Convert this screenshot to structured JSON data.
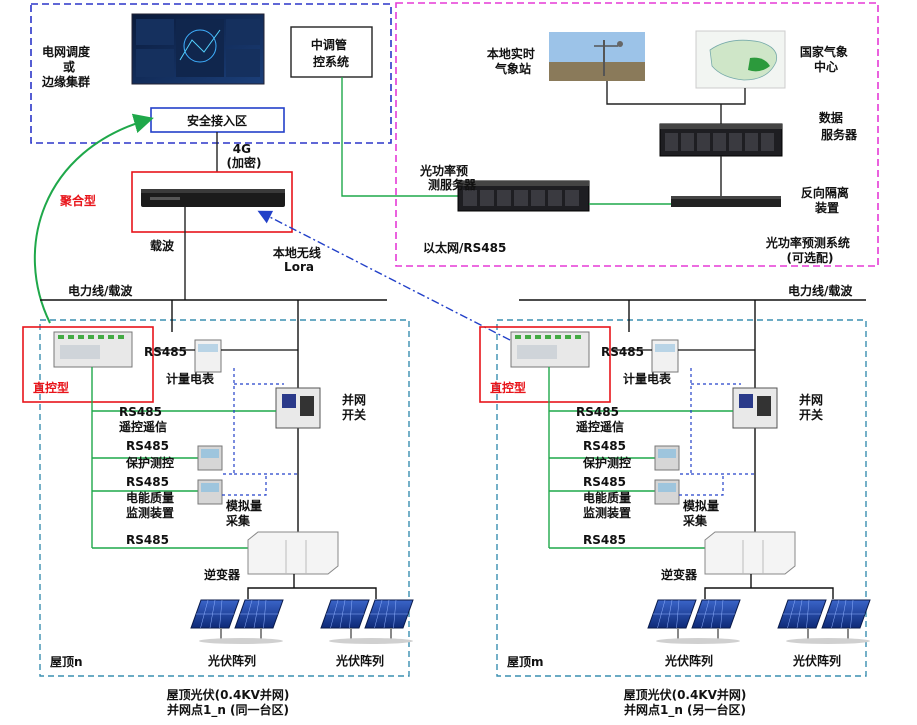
{
  "colors": {
    "blue_dash": "#2b35c8",
    "magenta_dash": "#e53ad6",
    "teal_dash": "#3a8fb0",
    "green_line": "#1fa84a",
    "red_box": "#e8141a",
    "blue_box": "#2340c9",
    "arrow_blue": "#2240c8"
  },
  "top": {
    "grid_dispatch": "电网调度\n或\n边缘集群",
    "security_zone": "安全接入区",
    "mid_control": "中调管\n控系统",
    "link_4g": "4G\n(加密)",
    "aggregator": "聚合型",
    "carrier": "载波",
    "local_wireless": "本地无线\nLora",
    "local_weather": "本地实时\n气象站",
    "national_weather": "国家气象\n中心",
    "data_server": "数据\n服务器",
    "pv_forecast_server": "光功率预\n测服务器",
    "reverse_isolation": "反向隔离\n装置",
    "ethernet": "以太网/RS485",
    "pv_forecast_system": "光功率预测系统\n(可选配)"
  },
  "sites": [
    {
      "powerline": "电力线/载波",
      "controller": "直控型",
      "rs485_meter": "RS485",
      "meter": "计量电表",
      "grid_switch": "并网\n开关",
      "rs485_remote": "RS485",
      "remote_comm": "遥控遥信",
      "rs485_protect": "RS485",
      "protection": "保护测控",
      "rs485_quality": "RS485",
      "power_quality": "电能质量\n监测装置",
      "analog": "模拟量\n采集",
      "rs485_inverter": "RS485",
      "inverter": "逆变器",
      "pv_a": "光伏阵列",
      "pv_b": "光伏阵列",
      "rooftop": "屋顶n",
      "caption": "屋顶光伏(0.4KV并网)\n并网点1_n (同一台区)"
    },
    {
      "powerline": "电力线/载波",
      "controller": "直控型",
      "rs485_meter": "RS485",
      "meter": "计量电表",
      "grid_switch": "并网\n开关",
      "rs485_remote": "RS485",
      "remote_comm": "遥控遥信",
      "rs485_protect": "RS485",
      "protection": "保护测控",
      "rs485_quality": "RS485",
      "power_quality": "电能质量\n监测装置",
      "analog": "模拟量\n采集",
      "rs485_inverter": "RS485",
      "inverter": "逆变器",
      "pv_a": "光伏阵列",
      "pv_b": "光伏阵列",
      "rooftop": "屋顶m",
      "caption": "屋顶光伏(0.4KV并网)\n并网点1_n (另一台区)"
    }
  ]
}
